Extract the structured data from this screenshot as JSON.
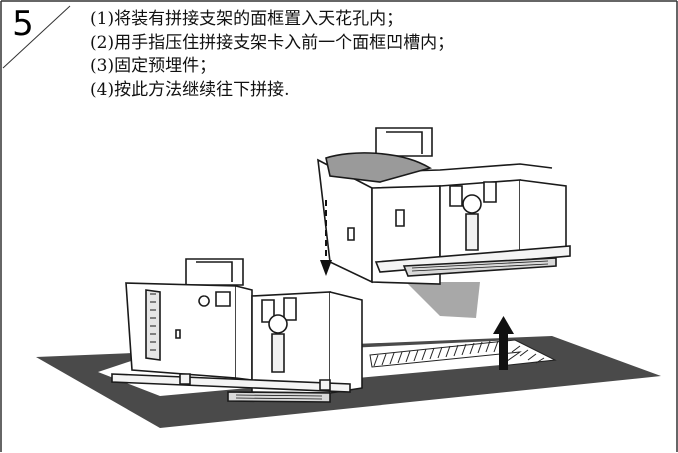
{
  "step": {
    "number": "5",
    "instructions": [
      "(1)将装有拼接支架的面框置入天花孔内；",
      "(2)用手指压住拼接支架卡入前一个面框凹槽内；",
      "(3)固定预埋件；",
      "(4)按此方法继续往下拼接."
    ]
  },
  "colors": {
    "ceiling": "#4a4a4a",
    "frame_fill": "#ffffff",
    "stroke": "#1a1a1a",
    "finger": "#9a9a9a",
    "arrow": "#111111"
  }
}
